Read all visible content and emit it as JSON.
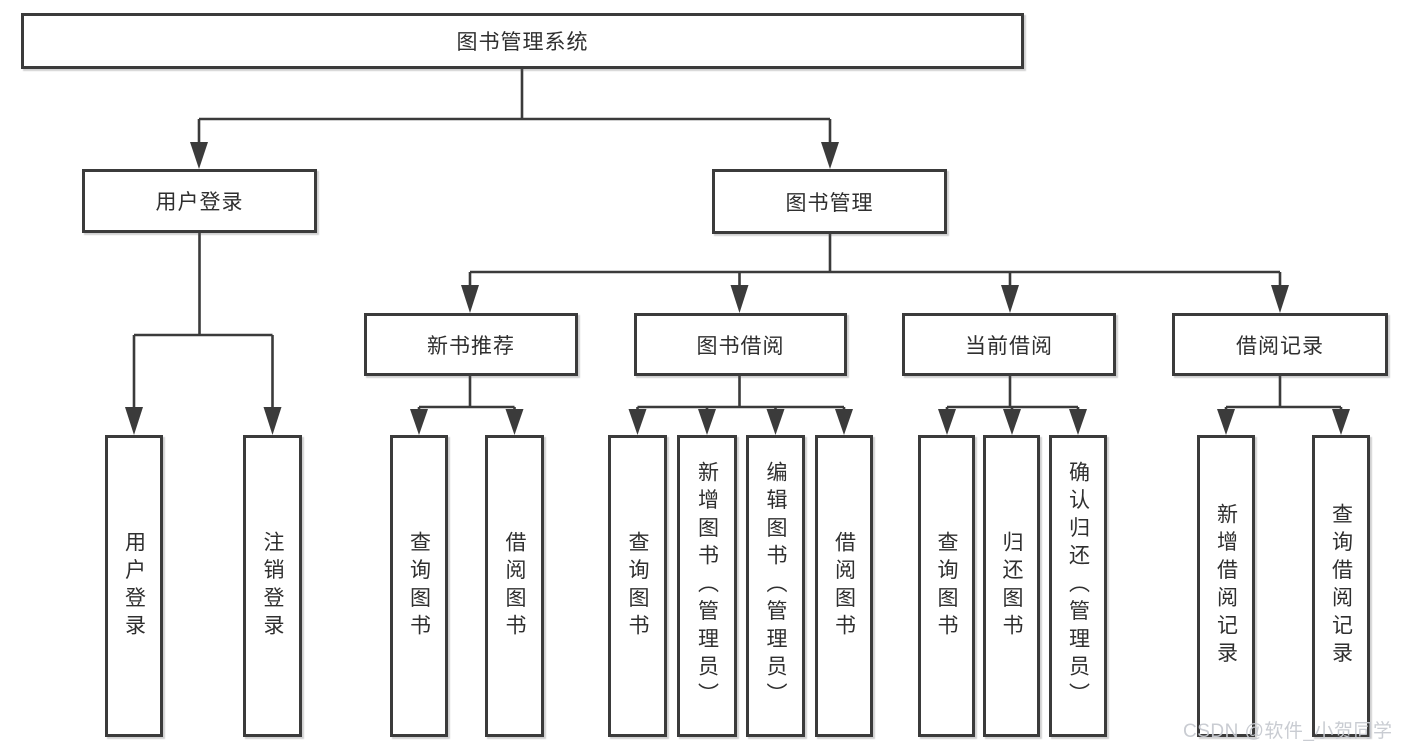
{
  "diagram": {
    "title": "图书管理系统",
    "level2": [
      {
        "label": "用户登录"
      },
      {
        "label": "图书管理"
      }
    ],
    "level3": [
      {
        "label": "新书推荐"
      },
      {
        "label": "图书借阅"
      },
      {
        "label": "当前借阅"
      },
      {
        "label": "借阅记录"
      }
    ],
    "leaves": {
      "user": [
        "用户登录",
        "注销登录"
      ],
      "recommend": [
        "查询图书",
        "借阅图书"
      ],
      "borrow": [
        "查询图书",
        "新增图书（管理员）",
        "编辑图书（管理员）",
        "借阅图书"
      ],
      "current": [
        "查询图书",
        "归还图书",
        "确认归还（管理员）"
      ],
      "records": [
        "新增借阅记录",
        "查询借阅记录"
      ]
    },
    "watermark": "CSDN @软件_小贺同学",
    "colors": {
      "line": "#3b3b3b",
      "text": "#2f2f2f",
      "background": "#ffffff",
      "watermark": "#c7cad0"
    }
  }
}
